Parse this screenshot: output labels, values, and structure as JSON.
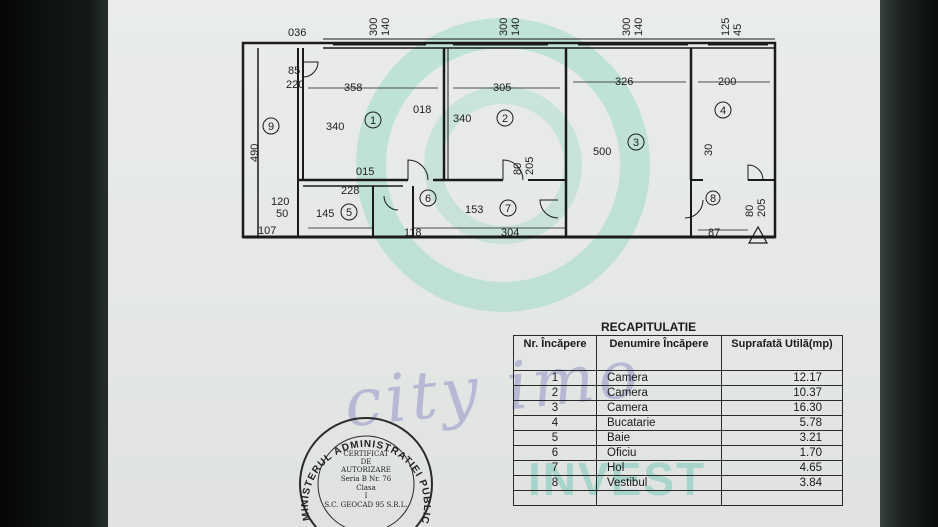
{
  "plan": {
    "top_dims": [
      "036",
      "300",
      "140",
      "300",
      "140",
      "300",
      "140",
      "125",
      "45"
    ],
    "widths": [
      "358",
      "305",
      "326",
      "200"
    ],
    "heights": [
      "340",
      "340",
      "500",
      "490"
    ],
    "misc": [
      "85",
      "220",
      "018",
      "015",
      "228",
      "120",
      "50",
      "145",
      "107",
      "153",
      "118",
      "304",
      "87",
      "30",
      "80",
      "205",
      "80",
      "205"
    ],
    "rooms": [
      "1",
      "2",
      "3",
      "4",
      "5",
      "6",
      "7",
      "8",
      "9"
    ]
  },
  "recap": {
    "title": "RECAPITULATIE",
    "headers": [
      "Nr. Încăpere",
      "Denumire Încăpere",
      "Suprafată Utilă(mp)"
    ],
    "rows": [
      {
        "nr": "1",
        "name": "Camera",
        "area": "12.17"
      },
      {
        "nr": "2",
        "name": "Camera",
        "area": "10.37"
      },
      {
        "nr": "3",
        "name": "Camera",
        "area": "16.30"
      },
      {
        "nr": "4",
        "name": "Bucatarie",
        "area": "5.78"
      },
      {
        "nr": "5",
        "name": "Baie",
        "area": "3.21"
      },
      {
        "nr": "6",
        "name": "Oficiu",
        "area": "1.70"
      },
      {
        "nr": "7",
        "name": "Hol",
        "area": "4.65"
      },
      {
        "nr": "8",
        "name": "Vestibul",
        "area": "3.84"
      },
      {
        "nr": "",
        "name": "",
        "area": ""
      }
    ]
  },
  "stamp": {
    "ring": "MINISTERUL ADMINISTRATIEI PUBLICE",
    "lines": [
      "CERTIFICAT",
      "DE",
      "AUTORIZARE",
      "Seria B Nr. 76",
      "Clasa",
      "I",
      "S.C. GEOCAD 95 S.R.L."
    ]
  },
  "watermark": {
    "script": "city imo",
    "word": "INVEST",
    "color": "#7ec8b8"
  }
}
